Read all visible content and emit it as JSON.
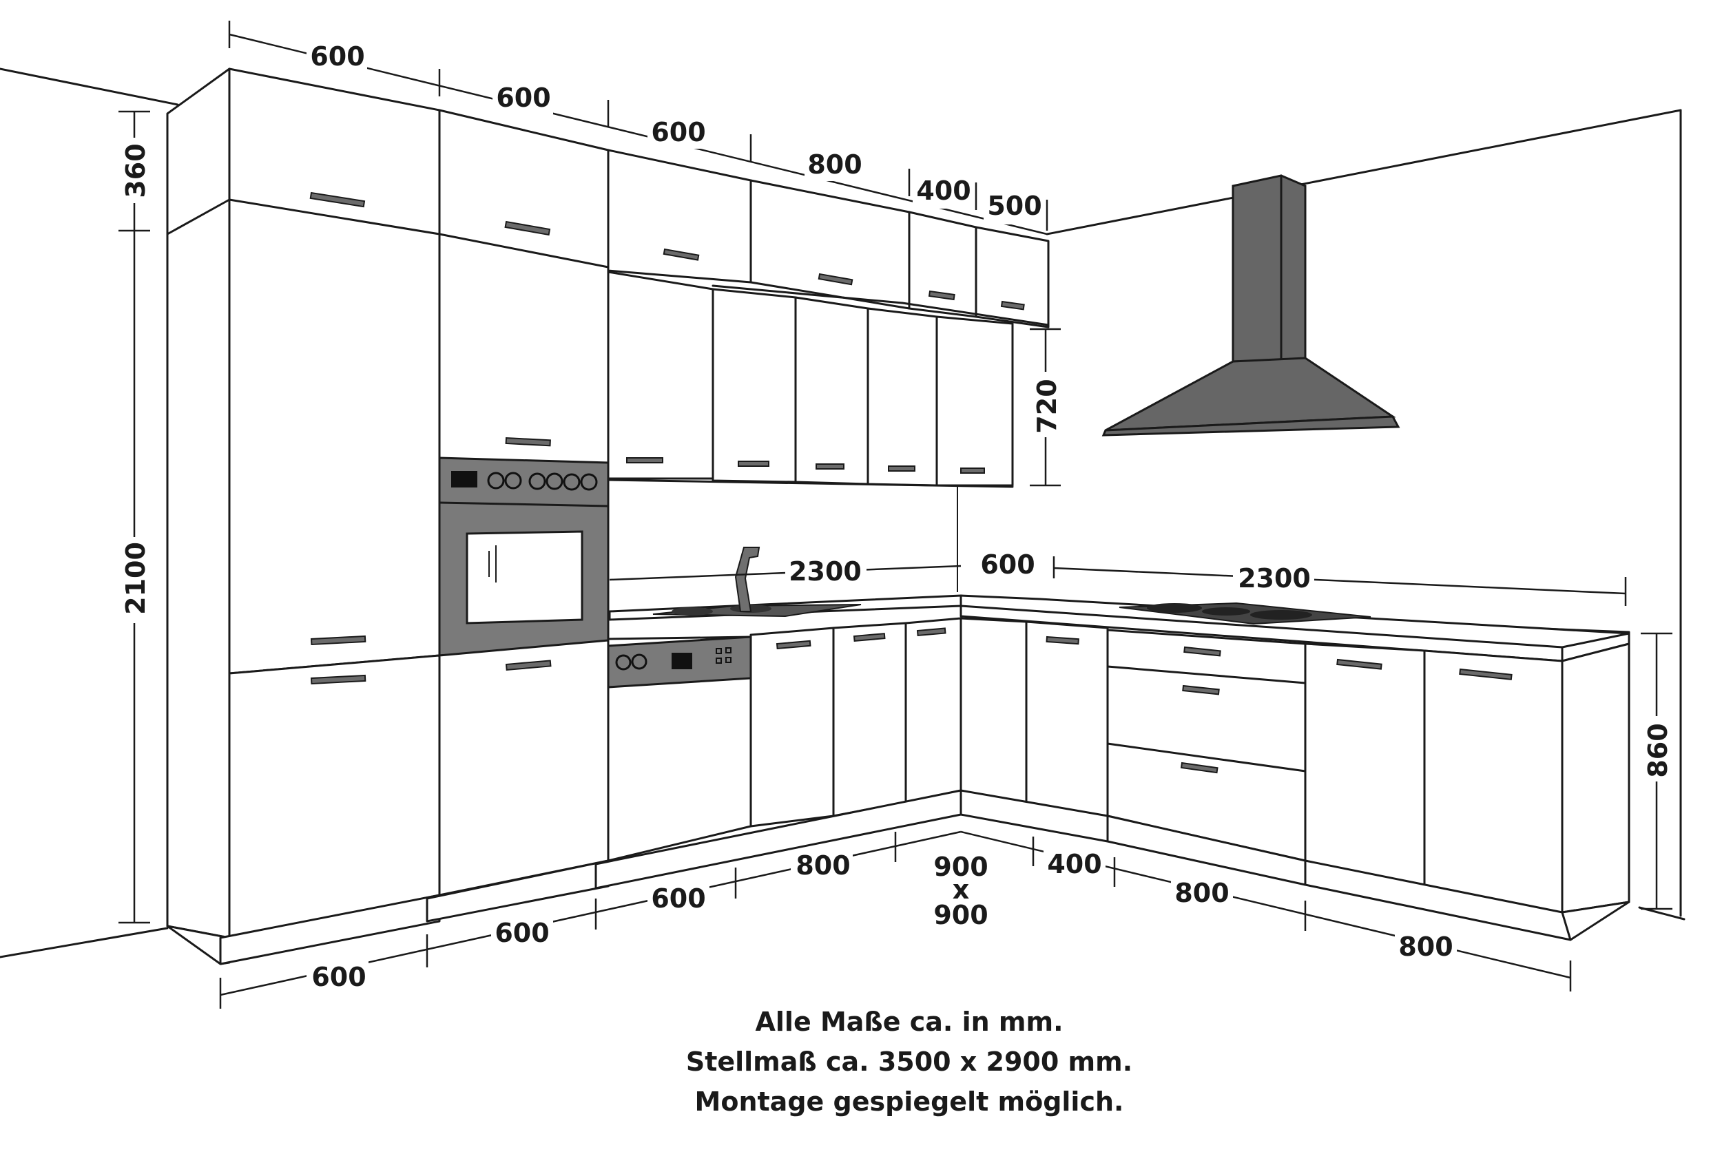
{
  "dimensions": {
    "top_run": [
      "600",
      "600",
      "600",
      "800",
      "400",
      "500"
    ],
    "upper_cabinet_height": "360",
    "tall_height": "2100",
    "wall_cabinet_height": "720",
    "worktop_left": "2300",
    "corner_depth": "600",
    "worktop_right": "2300",
    "base_height": "860",
    "bottom_left_run": [
      "600",
      "600",
      "600",
      "800"
    ],
    "corner_base": {
      "width": "900",
      "x": "x",
      "depth": "900"
    },
    "bottom_right_run": [
      "400",
      "800",
      "800"
    ]
  },
  "notes": [
    "Alle Maße ca. in mm.",
    "Stellmaß ca. 3500 x 2900 mm.",
    "Montage gespiegelt möglich."
  ]
}
